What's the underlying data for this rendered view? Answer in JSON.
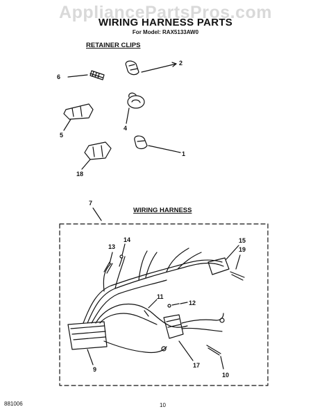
{
  "watermark": "AppliancePartsPros.com",
  "title": "WIRING HARNESS PARTS",
  "model": "For Model: RAX5133AW0",
  "sections": {
    "retainer_clips": "RETAINER CLIPS",
    "wiring_harness": "WIRING HARNESS"
  },
  "callouts": {
    "c1": "1",
    "c2": "2",
    "c4": "4",
    "c5": "5",
    "c6": "6",
    "c18": "18",
    "c7": "7",
    "c9": "9",
    "c10": "10",
    "c11": "11",
    "c12": "12",
    "c13": "13",
    "c14": "14",
    "c15": "15",
    "c17": "17",
    "c19": "19"
  },
  "footer": {
    "code": "881006",
    "page": "10"
  }
}
